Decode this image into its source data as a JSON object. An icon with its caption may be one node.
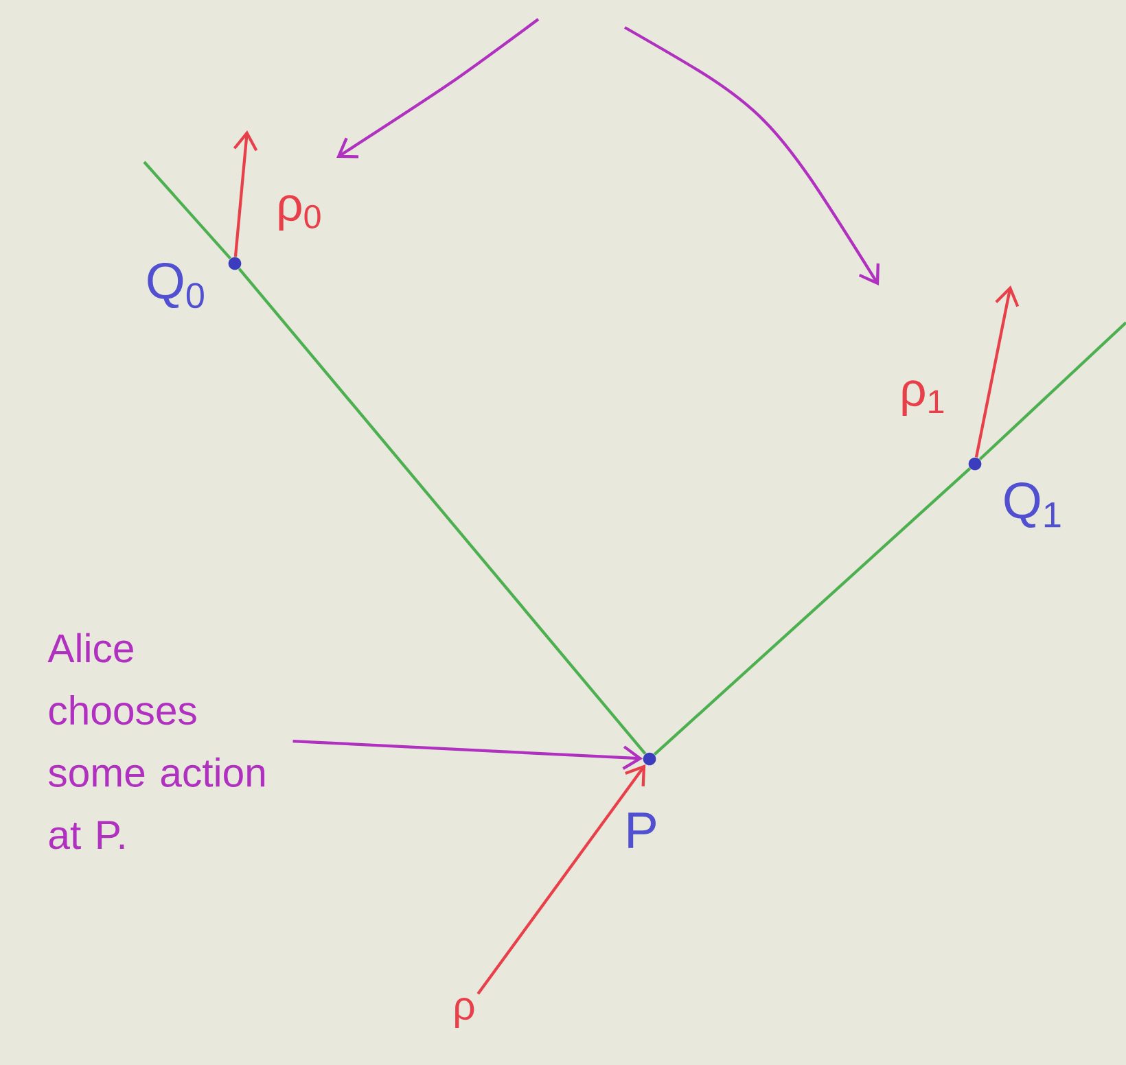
{
  "diagram": {
    "nodes": [
      {
        "text": [],
        "shape": "circle",
        "beside": [
          "Q$_{0}$"
        ]
      },
      {
        "text": [],
        "shape": "circle",
        "beside": [
          "Q$_{1}$"
        ]
      },
      {
        "text": [],
        "shape": "circle",
        "beside": [
          "P"
        ]
      },
      {
        "text": [
          "Alice chooses some action at P."
        ]
      },
      {
        "text": [
          "ρ"
        ]
      }
    ],
    "edges": [
      {
        "from": 2,
        "to": 0,
        "arrow": "none",
        "color": "#4caf50"
      },
      {
        "from": 2,
        "to": 1,
        "arrow": "none",
        "color": "#4caf50"
      },
      {
        "from": 0,
        "to": null,
        "arrow": "none",
        "color": "#4caf50"
      },
      {
        "from": 1,
        "to": null,
        "arrow": "none",
        "color": "#4caf50"
      },
      {
        "from": 0,
        "to": null,
        "arrow": "to",
        "label": "ρ$_{0}$",
        "color": "#e8404a"
      },
      {
        "from": 1,
        "to": null,
        "arrow": "to",
        "label": "ρ$_{1}$",
        "color": "#e8404a"
      },
      {
        "from": 4,
        "to": 2,
        "arrow": "to",
        "color": "#e8404a"
      },
      {
        "from": 3,
        "to": 2,
        "arrow": "to",
        "color": "#b030c0"
      }
    ]
  }
}
